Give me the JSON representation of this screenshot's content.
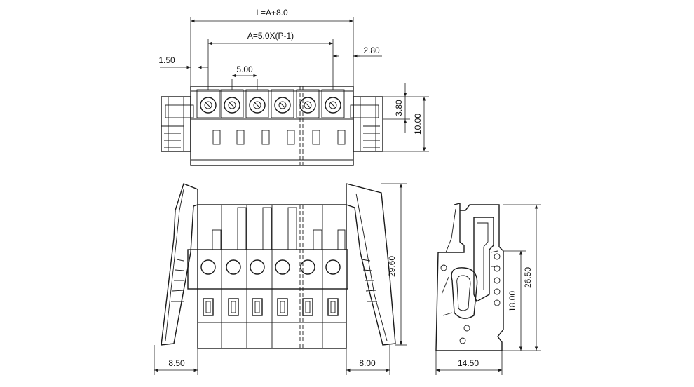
{
  "dimensions": {
    "top_overall_length": "L=A+8.0",
    "top_pitch_span": "A=5.0X(P-1)",
    "top_left_offset": "1.50",
    "top_right_offset": "2.80",
    "top_pitch": "5.00",
    "top_height_small": "3.80",
    "top_height_large": "10.00",
    "front_height": "29.60",
    "front_left_offset": "8.50",
    "front_right_offset": "8.00",
    "side_width": "14.50",
    "side_height_large": "26.50",
    "side_height_small": "18.00"
  }
}
